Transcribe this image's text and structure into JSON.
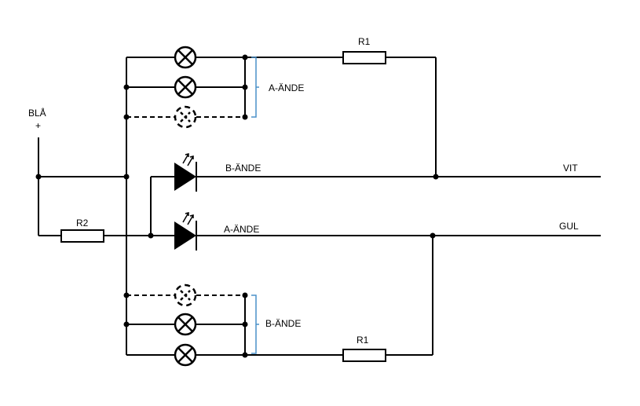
{
  "labels": {
    "bla": "BLÅ",
    "plus": "+",
    "r1_top": "R1",
    "r1_bottom": "R1",
    "r2": "R2",
    "a_ande_group": "A-ÄNDE",
    "b_ande_group": "B-ÄNDE",
    "b_ande_diode": "B-ÄNDE",
    "a_ande_diode": "A-ÄNDE",
    "vit": "VIT",
    "gul": "GUL"
  }
}
